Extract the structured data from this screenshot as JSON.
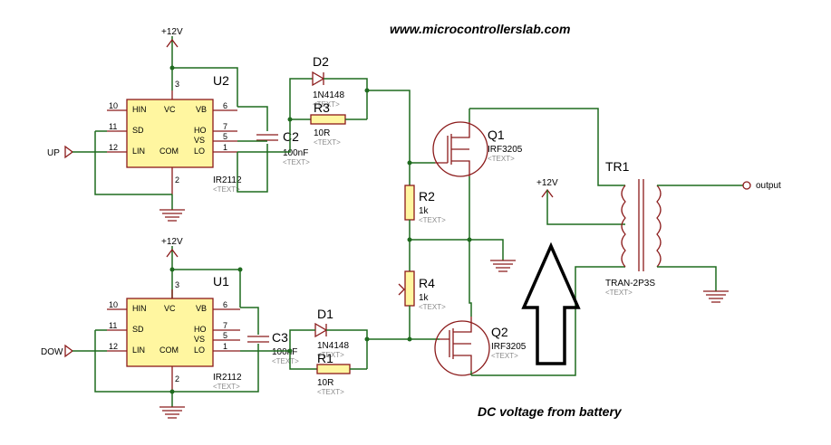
{
  "header": {
    "website": "www.microcontrollerslab.com"
  },
  "caption": "DC voltage from battery",
  "ports": {
    "up": "UP",
    "dow": "DOW",
    "output": "output"
  },
  "supply": {
    "label": "+12V"
  },
  "placeholder": "<TEXT>",
  "drivers": {
    "u2": {
      "ref": "U2",
      "part": "IR2112",
      "pins": [
        "HIN",
        "SD",
        "LIN",
        "VC",
        "COM",
        "VB",
        "HO",
        "VS",
        "LO"
      ],
      "pin_numbers": [
        "10",
        "11",
        "12",
        "3",
        "2",
        "6",
        "7",
        "5",
        "1"
      ]
    },
    "u1": {
      "ref": "U1",
      "part": "IR2112",
      "pins": [
        "HIN",
        "SD",
        "LIN",
        "VC",
        "COM",
        "VB",
        "HO",
        "VS",
        "LO"
      ],
      "pin_numbers": [
        "10",
        "11",
        "12",
        "3",
        "2",
        "6",
        "7",
        "5",
        "1"
      ]
    }
  },
  "components": {
    "d2": {
      "ref": "D2",
      "value": "1N4148"
    },
    "d1": {
      "ref": "D1",
      "value": "1N4148"
    },
    "r3": {
      "ref": "R3",
      "value": "10R"
    },
    "r1": {
      "ref": "R1",
      "value": "10R"
    },
    "c2": {
      "ref": "C2",
      "value": "100nF"
    },
    "c3": {
      "ref": "C3",
      "value": "100nF"
    },
    "r2": {
      "ref": "R2",
      "value": "1k"
    },
    "r4": {
      "ref": "R4",
      "value": "1k"
    },
    "q1": {
      "ref": "Q1",
      "value": "IRF3205"
    },
    "q2": {
      "ref": "Q2",
      "value": "IRF3205"
    },
    "tr1": {
      "ref": "TR1",
      "value": "TRAN-2P3S"
    }
  }
}
